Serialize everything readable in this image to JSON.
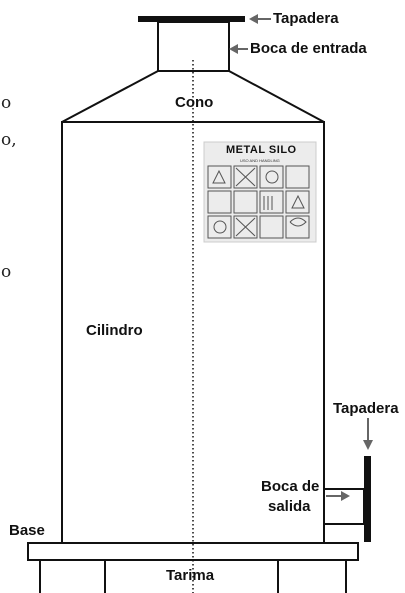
{
  "labels": {
    "tapadera_top": "Tapadera",
    "boca_entrada": "Boca de entrada",
    "cono": "Cono",
    "cilindro": "Cilindro",
    "tapadera_right": "Tapadera",
    "boca_salida_line1": "Boca de",
    "boca_salida_line2": "salida",
    "base": "Base",
    "tarima": "Tarima"
  },
  "sticker": {
    "title": "METAL SILO",
    "subtitle": "USO AND HANDLING"
  },
  "edge_fragments": {
    "frag1": "o",
    "frag2": "o,",
    "frag3": "o"
  },
  "colors": {
    "outline": "#111111",
    "arrow": "#666666",
    "surface": "#ffffff",
    "sticker_bg": "#ececec"
  }
}
